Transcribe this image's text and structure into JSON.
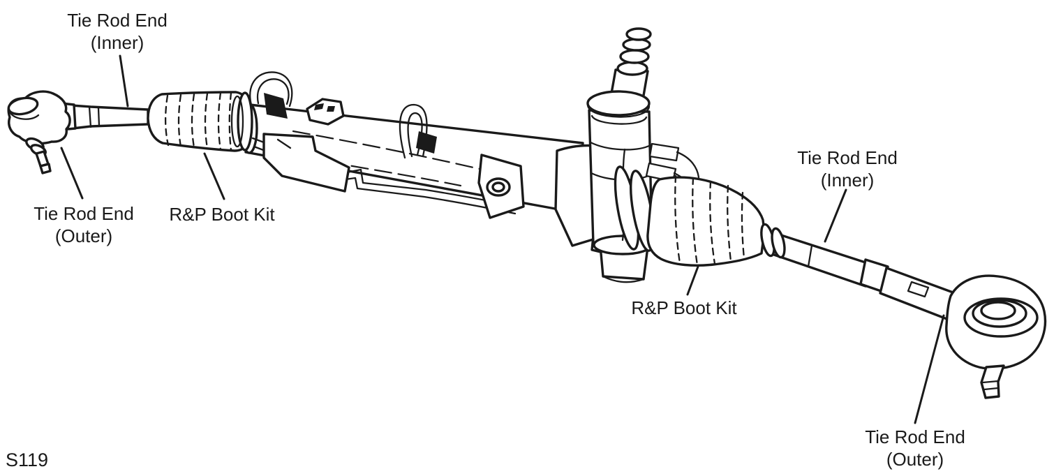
{
  "figure_code": "S119",
  "colors": {
    "ink": "#1a1a1a",
    "background": "#ffffff"
  },
  "labels": {
    "left_tie_rod_inner": {
      "line1": "Tie Rod End",
      "line2": "(Inner)"
    },
    "left_tie_rod_outer": {
      "line1": "Tie Rod End",
      "line2": "(Outer)"
    },
    "left_boot_kit": {
      "text": "R&P Boot Kit"
    },
    "right_tie_rod_inner": {
      "line1": "Tie Rod End",
      "line2": "(Inner)"
    },
    "right_boot_kit": {
      "text": "R&P Boot Kit"
    },
    "right_tie_rod_outer": {
      "line1": "Tie Rod End",
      "line2": "(Outer)"
    }
  }
}
